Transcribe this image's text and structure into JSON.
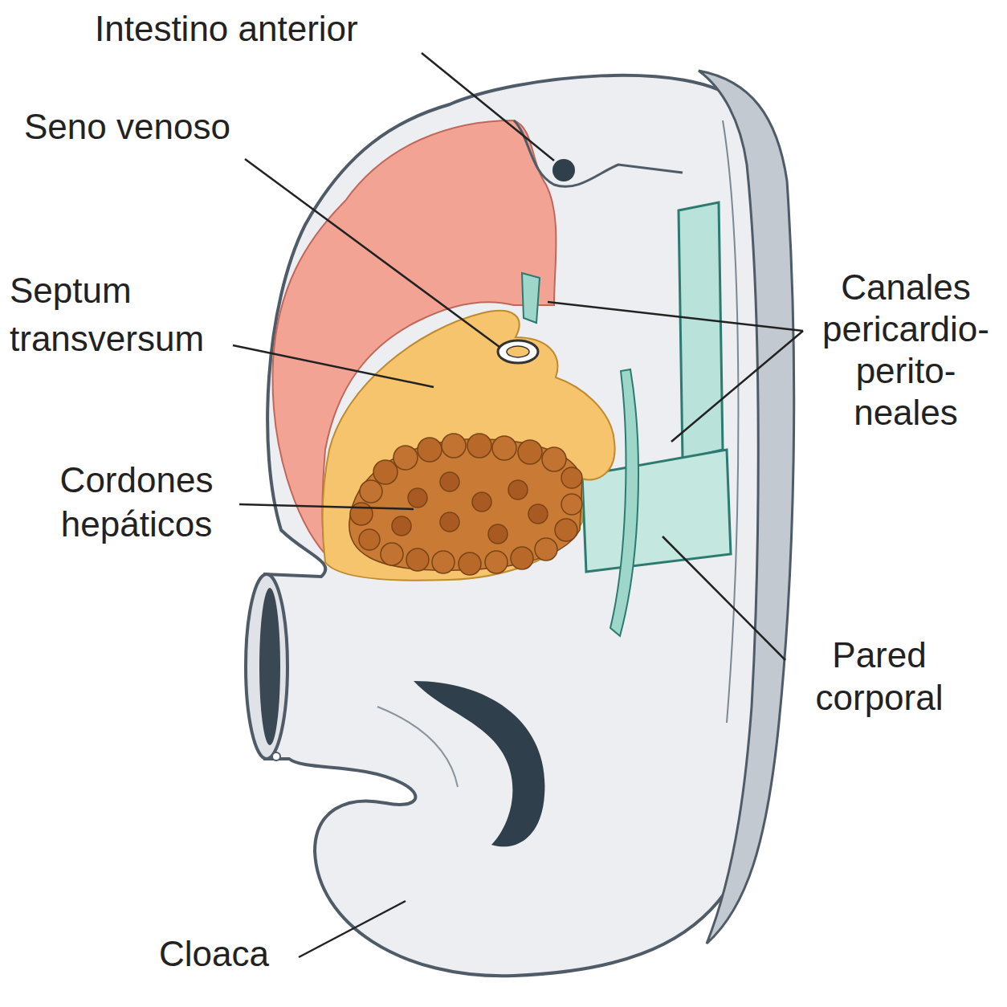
{
  "diagram": {
    "labels": [
      "Intestino anterior",
      "Seno venoso",
      "Septum transversum",
      "Canales pericardio- perito- neales",
      "Cordones hepáticos",
      "Pared corporal",
      "Cloaca"
    ]
  }
}
